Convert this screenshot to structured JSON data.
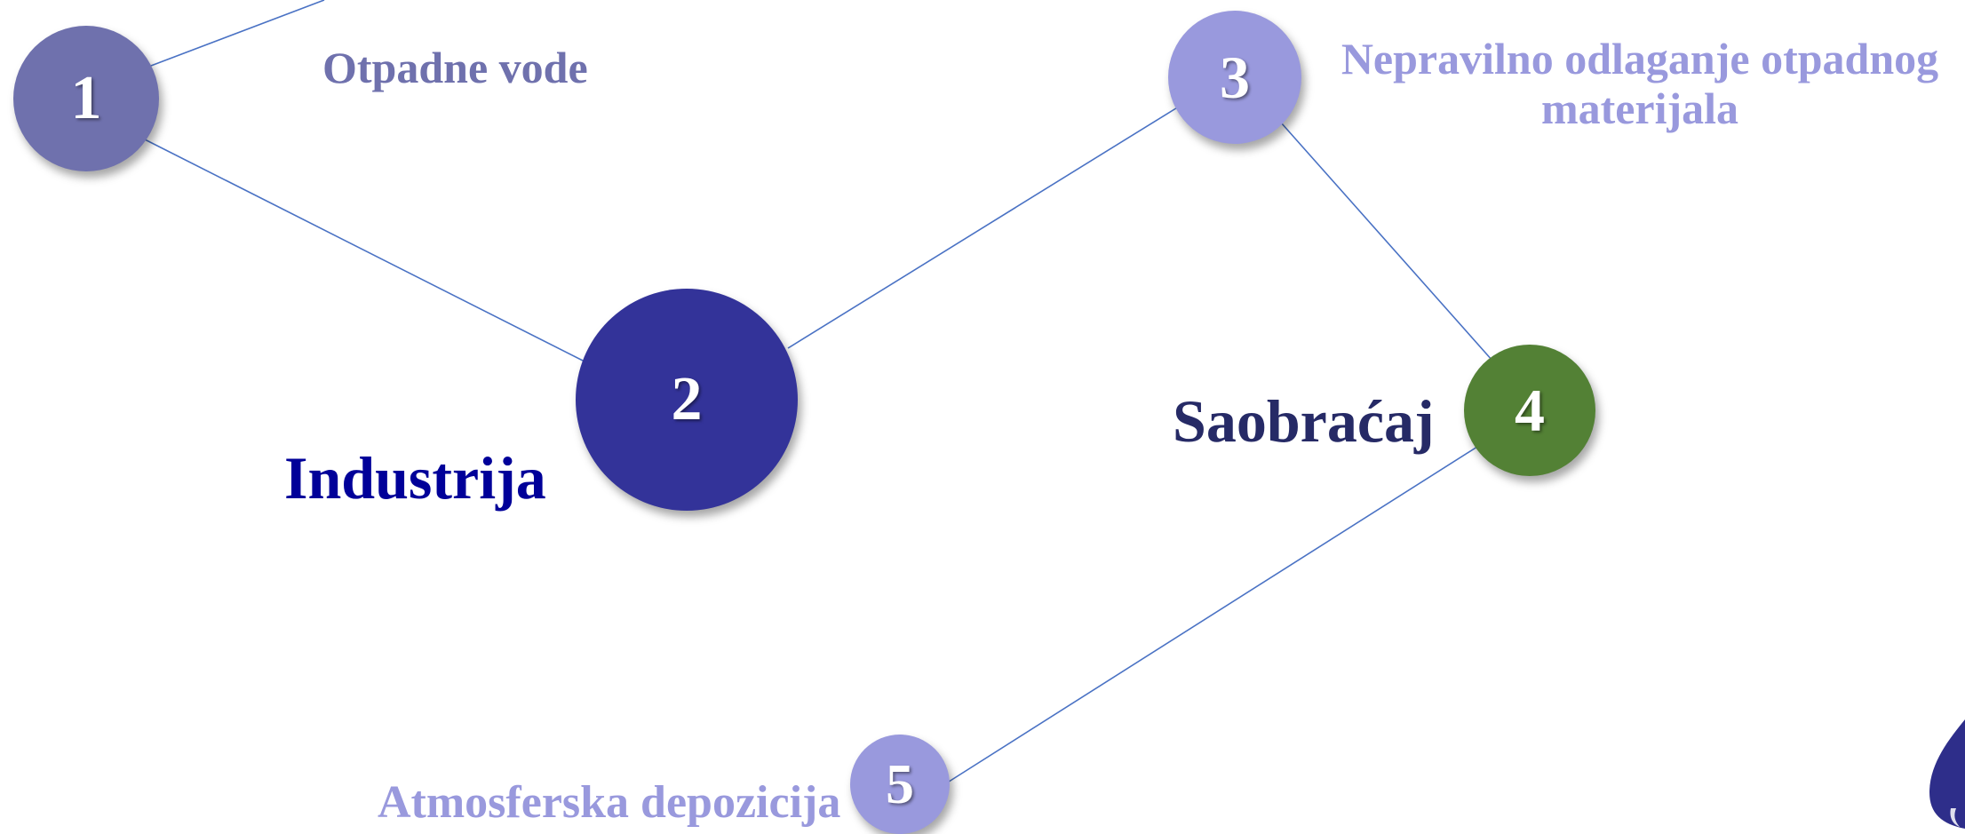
{
  "nodes": [
    {
      "number": "1",
      "label": "Otpadne vode"
    },
    {
      "number": "2",
      "label": "Industrija"
    },
    {
      "number": "3",
      "label": "Nepravilno odlaganje otpadnog materijala"
    },
    {
      "number": "4",
      "label": "Saobraćaj"
    },
    {
      "number": "5",
      "label": "Atmosferska depozicija"
    }
  ],
  "connections": [
    [
      "1",
      "2"
    ],
    [
      "2",
      "3"
    ],
    [
      "3",
      "4"
    ],
    [
      "4",
      "5"
    ]
  ],
  "colors": {
    "node1": "#6f71ad",
    "node2": "#333399",
    "node3": "#9999dd",
    "node4": "#538135",
    "node5": "#9999dd",
    "line": "#4a72c4",
    "label_industrija": "#000099",
    "label_saobracaj": "#262a66",
    "logo": "#2e2e8a"
  },
  "icons": {
    "corner_logo": "drop-icon"
  }
}
